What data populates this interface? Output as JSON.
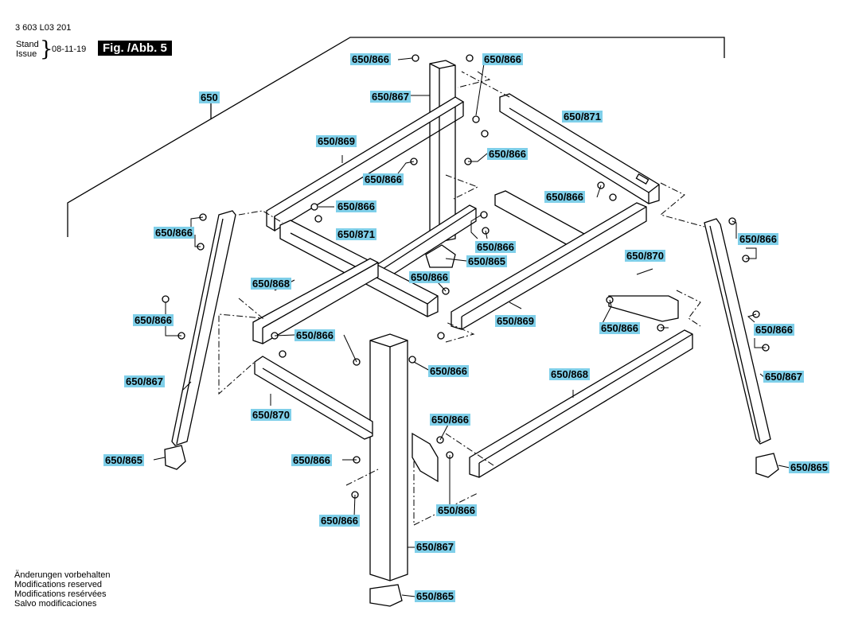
{
  "header": {
    "doc_number": "3 603 L03 201",
    "stand_label": "Stand",
    "issue_label": "Issue",
    "date": "08-11-19",
    "figure_label": "Fig. /Abb. 5"
  },
  "callouts": [
    {
      "id": "c1",
      "text": "650/866"
    },
    {
      "id": "c2",
      "text": "650/866"
    },
    {
      "id": "c3",
      "text": "650"
    },
    {
      "id": "c4",
      "text": "650/867"
    },
    {
      "id": "c5",
      "text": "650/871"
    },
    {
      "id": "c6",
      "text": "650/869"
    },
    {
      "id": "c7",
      "text": "650/866"
    },
    {
      "id": "c8",
      "text": "650/866"
    },
    {
      "id": "c9",
      "text": "650/866"
    },
    {
      "id": "c10",
      "text": "650/866"
    },
    {
      "id": "c11",
      "text": "650/866"
    },
    {
      "id": "c12",
      "text": "650/871"
    },
    {
      "id": "c13",
      "text": "650/866"
    },
    {
      "id": "c14",
      "text": "650/865"
    },
    {
      "id": "c15",
      "text": "650/866"
    },
    {
      "id": "c16",
      "text": "650/866"
    },
    {
      "id": "c17",
      "text": "650/870"
    },
    {
      "id": "c18",
      "text": "650/868"
    },
    {
      "id": "c19",
      "text": "650/866"
    },
    {
      "id": "c20",
      "text": "650/869"
    },
    {
      "id": "c21",
      "text": "650/866"
    },
    {
      "id": "c22",
      "text": "650/866"
    },
    {
      "id": "c23",
      "text": "650/866"
    },
    {
      "id": "c24",
      "text": "650/866"
    },
    {
      "id": "c25",
      "text": "650/867"
    },
    {
      "id": "c26",
      "text": "650/868"
    },
    {
      "id": "c27",
      "text": "650/867"
    },
    {
      "id": "c28",
      "text": "650/870"
    },
    {
      "id": "c29",
      "text": "650/866"
    },
    {
      "id": "c30",
      "text": "650/865"
    },
    {
      "id": "c31",
      "text": "650/866"
    },
    {
      "id": "c32",
      "text": "650/865"
    },
    {
      "id": "c33",
      "text": "650/866"
    },
    {
      "id": "c34",
      "text": "650/866"
    },
    {
      "id": "c35",
      "text": "650/867"
    },
    {
      "id": "c36",
      "text": "650/865"
    }
  ],
  "footer": {
    "lines": [
      "Änderungen vorbehalten",
      "Modifications reserved",
      "Modifications resérvées",
      "Salvo modificaciones"
    ]
  },
  "colors": {
    "callout_bg": "#7fcfe9",
    "line": "#000000"
  }
}
